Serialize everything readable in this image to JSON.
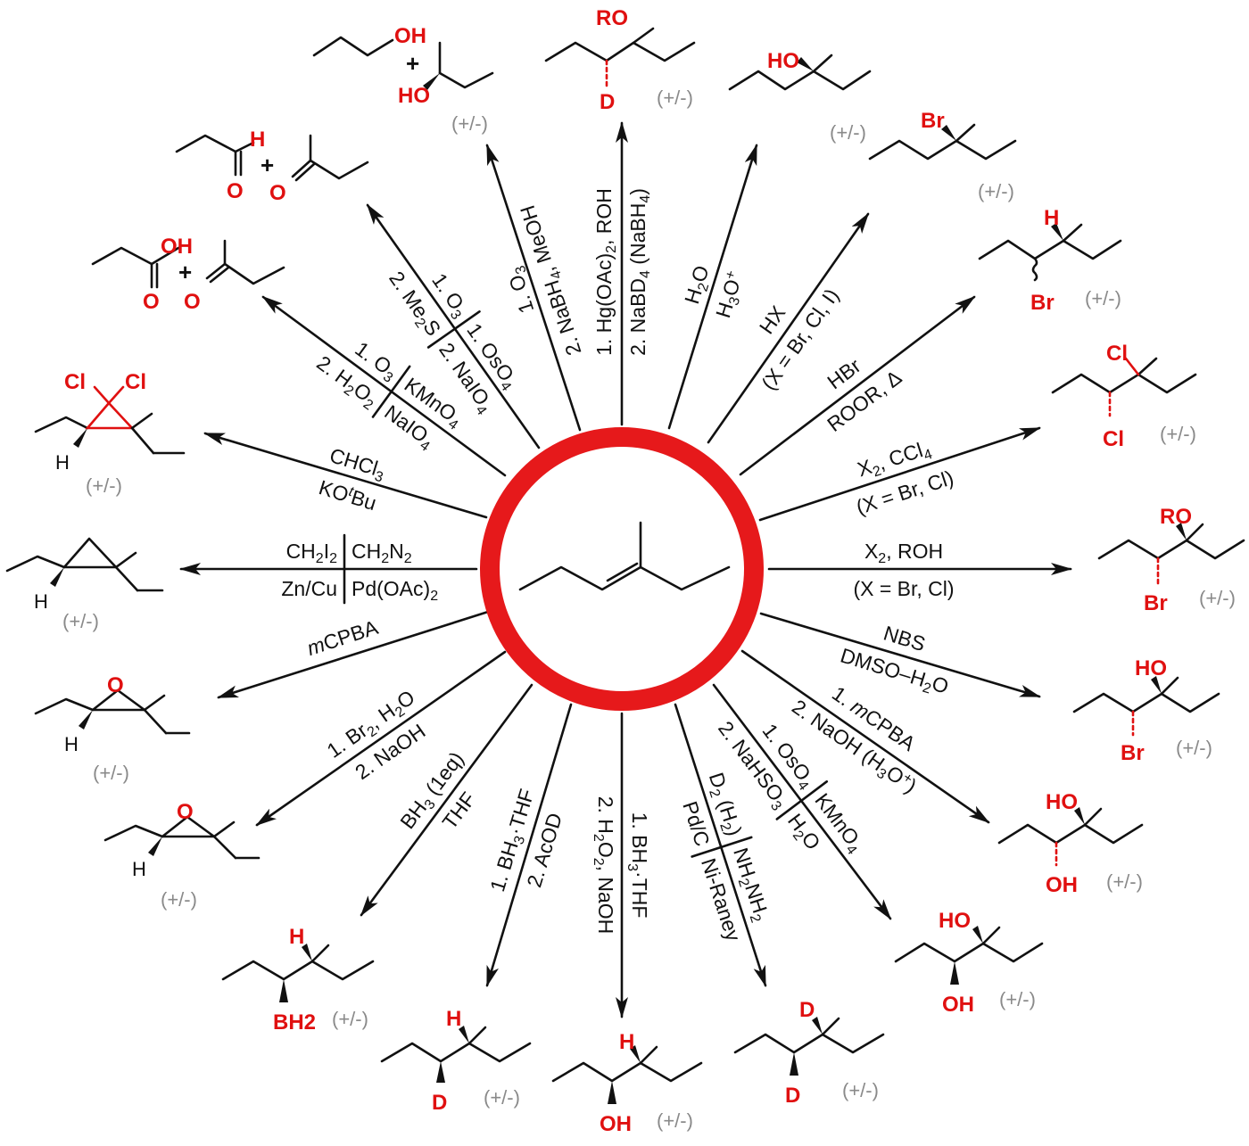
{
  "colors": {
    "ring": "#e6191b",
    "arrow": "#111111",
    "heteroatom": "#e01010",
    "racemic": "#8a8a8a"
  },
  "racemic_label": "(+/-)",
  "reactions": [
    {
      "id": "ozonolysis-reductive-nabh4",
      "line1": "1. O3",
      "line2": "2. NaBH4, MeOH",
      "products": [
        "OH",
        "+",
        "HO"
      ]
    },
    {
      "id": "oxymercuration-demercuration",
      "line1": "1. Hg(OAc)2, ROH",
      "line2": "2. NaBD4 (NaBH4)",
      "products": [
        "RO",
        "D"
      ]
    },
    {
      "id": "acid-hydration",
      "line1": "H2O",
      "line2": "H3O+",
      "products": [
        "HO"
      ]
    },
    {
      "id": "hx-addition",
      "line1": "HX",
      "line2": "(X = Br, Cl, I)",
      "products": [
        "Br"
      ]
    },
    {
      "id": "radical-hbr",
      "line1": "HBr",
      "line2": "ROOR, Δ",
      "products": [
        "H",
        "Br"
      ]
    },
    {
      "id": "halogenation",
      "line1": "X2, CCl4",
      "line2": "(X = Br, Cl)",
      "products": [
        "Cl",
        "Cl"
      ]
    },
    {
      "id": "haloether",
      "line1": "X2, ROH",
      "line2": "(X = Br, Cl)",
      "products": [
        "RO",
        "Br"
      ]
    },
    {
      "id": "halohydrin",
      "line1": "NBS",
      "line2": "DMSO–H2O",
      "products": [
        "HO",
        "Br"
      ]
    },
    {
      "id": "anti-dihydroxylation",
      "line1": "1. mCPBA",
      "line2": "2. NaOH (H3O+)",
      "products": [
        "HO",
        "OH"
      ]
    },
    {
      "id": "syn-dihydroxylation",
      "line1": "1. OsO4 | KMnO4",
      "line2": "2. NaHSO3 | H2O",
      "products": [
        "HO",
        "OH"
      ]
    },
    {
      "id": "deuteration",
      "line1": "D2 (H2) | NH2NH2",
      "line2": "Pd/C | Ni-Raney",
      "products": [
        "D",
        "D"
      ]
    },
    {
      "id": "hydroboration-oxidation",
      "line1": "1. BH3·THF",
      "line2": "2. H2O2, NaOH",
      "products": [
        "H",
        "OH"
      ]
    },
    {
      "id": "hydroboration-acod",
      "line1": "1. BH3·THF",
      "line2": "2. AcOD",
      "products": [
        "H",
        "D"
      ]
    },
    {
      "id": "hydroboration",
      "line1": "BH3 (1eq)",
      "line2": "THF",
      "products": [
        "H",
        "BH2"
      ]
    },
    {
      "id": "halohydrin-epoxide",
      "line1": "1. Br2, H2O",
      "line2": "2. NaOH",
      "products": [
        "O",
        "H"
      ]
    },
    {
      "id": "epoxidation",
      "line1": "mCPBA",
      "line2": "",
      "products": [
        "O",
        "H"
      ]
    },
    {
      "id": "cyclopropanation",
      "line1": "CH2I2 | CH2N2",
      "line2": "Zn/Cu | Pd(OAc)2",
      "products": [
        "H"
      ]
    },
    {
      "id": "dichlorocarbene",
      "line1": "CHCl3",
      "line2": "KOtBu",
      "products": [
        "Cl",
        "Cl",
        "H"
      ]
    },
    {
      "id": "oxidative-cleavage",
      "line1": "1. O3 | KMnO4",
      "line2": "2. H2O2 | NaIO4",
      "products": [
        "OH",
        "+",
        "O",
        "O"
      ]
    },
    {
      "id": "ozonolysis-reductive",
      "line1": "1. O3 | 1. OsO4",
      "line2": "2. Me2S | 2. NaIO4",
      "products": [
        "H",
        "+",
        "O",
        "O"
      ]
    }
  ]
}
